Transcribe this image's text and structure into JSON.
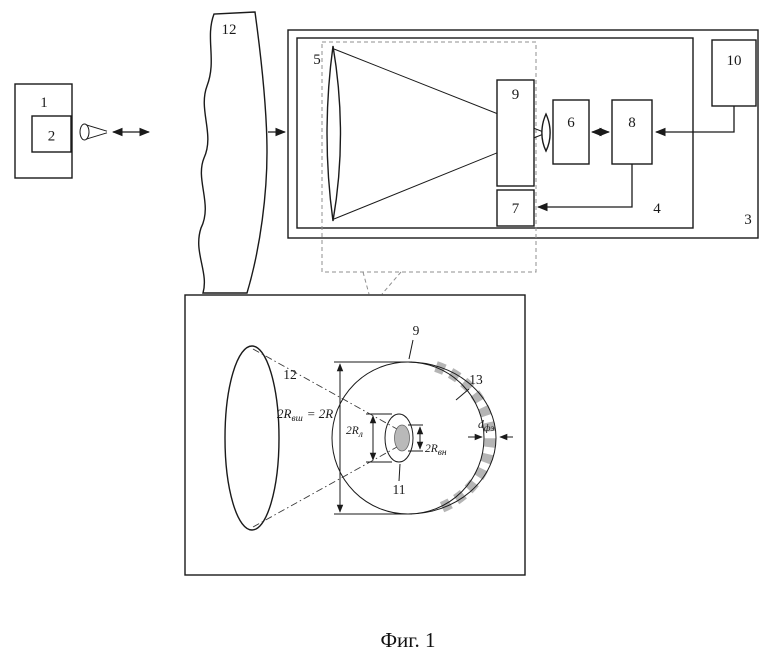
{
  "caption": "Фиг. 1",
  "labels": {
    "b1": "1",
    "b2": "2",
    "b3": "3",
    "b4": "4",
    "b5": "5",
    "b6": "6",
    "b7": "7",
    "b8": "8",
    "b9": "9",
    "b10": "10",
    "b12": "12"
  },
  "detail": {
    "lens": "12",
    "disk": "9",
    "ring": "13",
    "focus": "11",
    "dim_outer_prefix": "2R",
    "dim_outer_sub": "вш",
    "dim_outer_suffix": "= 2R",
    "dim_lens_prefix": "2R",
    "dim_lens_sub": "л",
    "dim_inner_prefix": "2R",
    "dim_inner_sub": "вн",
    "dim_ring_prefix": "d",
    "dim_ring_sub": "фэ"
  },
  "colors": {
    "ink": "#1a1a1a",
    "segment": "#b5b5b5",
    "focus_fill": "#b9b9b9"
  }
}
